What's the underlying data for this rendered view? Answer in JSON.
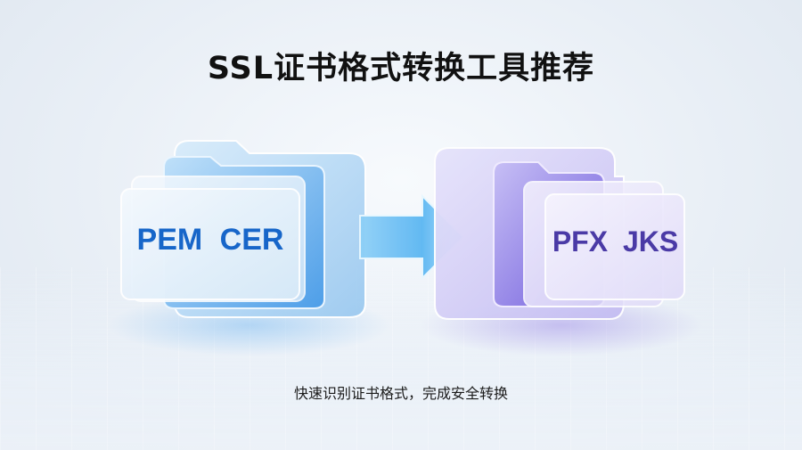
{
  "title": "SSL证书格式转换工具推荐",
  "source_formats": "PEM  CER",
  "target_formats": "PFX  JKS",
  "subtitle": "快速识别证书格式，完成安全转换",
  "colors": {
    "source_text": "#1766c9",
    "target_text": "#4a3aa6",
    "arrow": "#5bb6f2"
  }
}
